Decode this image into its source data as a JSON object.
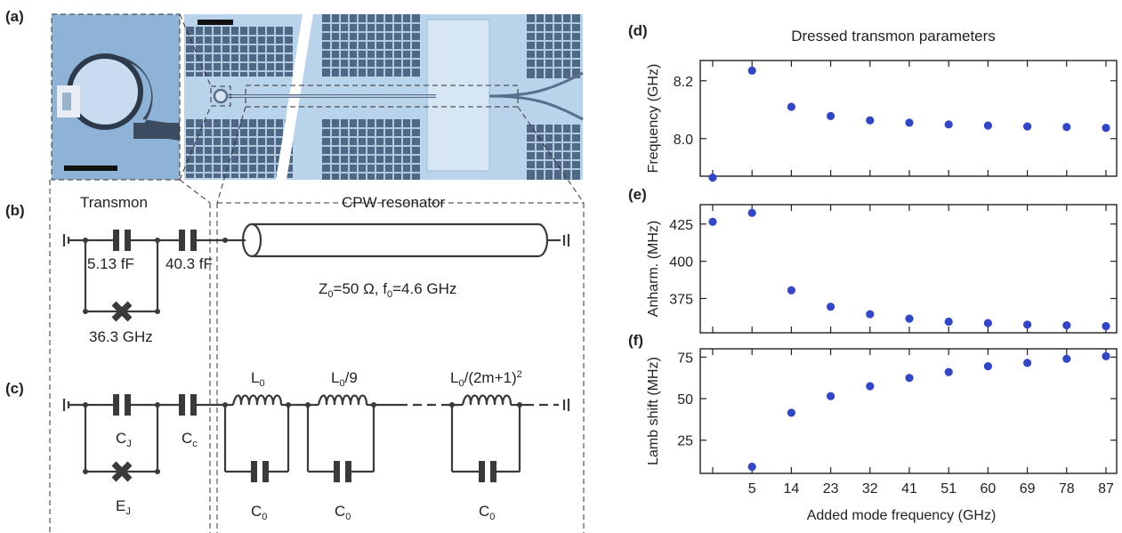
{
  "figure": {
    "panel_labels": [
      "(a)",
      "(b)",
      "(c)",
      "(d)",
      "(e)",
      "(f)"
    ],
    "panel_b": {
      "transmon_label": "Transmon",
      "cpw_label": "CPW resonator",
      "cj_value": "5.13 fF",
      "cc_value": "40.3 fF",
      "ej_value": "36.3 GHz",
      "z0_prefix": "Z",
      "z0_sub": "0",
      "z0_rest": "=50 Ω, f",
      "f0_sub": "0",
      "f0_rest": "=4.6 GHz"
    },
    "panel_c": {
      "cj_main": "C",
      "cj_sub": "J",
      "cc_main": "C",
      "cc_sub": "c",
      "ej_main": "E",
      "ej_sub": "J",
      "l0_main": "L",
      "l0_sub": "0",
      "l9_main": "L",
      "l9_sub": "0",
      "l9_rest": "/9",
      "lm_main": "L",
      "lm_sub": "0",
      "lm_rest": "/(2m+1)",
      "lm_sup": "2",
      "c0_main": "C",
      "c0_sub": "0"
    }
  },
  "colors": {
    "marker": "#3346c4",
    "circuit": "#3a3a3a",
    "chip_bg": "#b9d3ea",
    "metal_dark": "#3b4b60"
  },
  "chart_data": [
    {
      "type": "scatter",
      "panel": "(d)",
      "title": "Dressed transmon parameters",
      "ylabel": "Frequency (GHz)",
      "xlabel": "",
      "ylim": [
        7.87,
        8.27
      ],
      "yticks": [
        8.0,
        8.2
      ],
      "ytick_labels": [
        "8.0",
        "8.2"
      ],
      "categories": [
        "",
        "5",
        "14",
        "23",
        "32",
        "41",
        "51",
        "60",
        "69",
        "78",
        "87"
      ],
      "values": [
        7.865,
        8.235,
        8.11,
        8.078,
        8.063,
        8.055,
        8.049,
        8.045,
        8.042,
        8.04,
        8.037
      ]
    },
    {
      "type": "scatter",
      "panel": "(e)",
      "ylabel": "Anharm. (MHz)",
      "xlabel": "",
      "ylim": [
        352,
        438
      ],
      "yticks": [
        375,
        400,
        425
      ],
      "ytick_labels": [
        "375",
        "400",
        "425"
      ],
      "categories": [
        "",
        "5",
        "14",
        "23",
        "32",
        "41",
        "51",
        "60",
        "69",
        "78",
        "87"
      ],
      "values": [
        426.5,
        432.5,
        380.5,
        369.5,
        364.5,
        361.5,
        359.5,
        358.5,
        357.5,
        357.0,
        356.5
      ]
    },
    {
      "type": "scatter",
      "panel": "(f)",
      "ylabel": "Lamb shift (MHz)",
      "xlabel": "Added mode frequency (GHz)",
      "ylim": [
        5,
        80
      ],
      "yticks": [
        25,
        50,
        75
      ],
      "ytick_labels": [
        "25",
        "50",
        "75"
      ],
      "categories": [
        "",
        "5",
        "14",
        "23",
        "32",
        "41",
        "51",
        "60",
        "69",
        "78",
        "87"
      ],
      "values": [
        null,
        9,
        41.5,
        51.5,
        57.5,
        62.5,
        66.0,
        69.5,
        71.5,
        74.0,
        75.5
      ]
    }
  ]
}
